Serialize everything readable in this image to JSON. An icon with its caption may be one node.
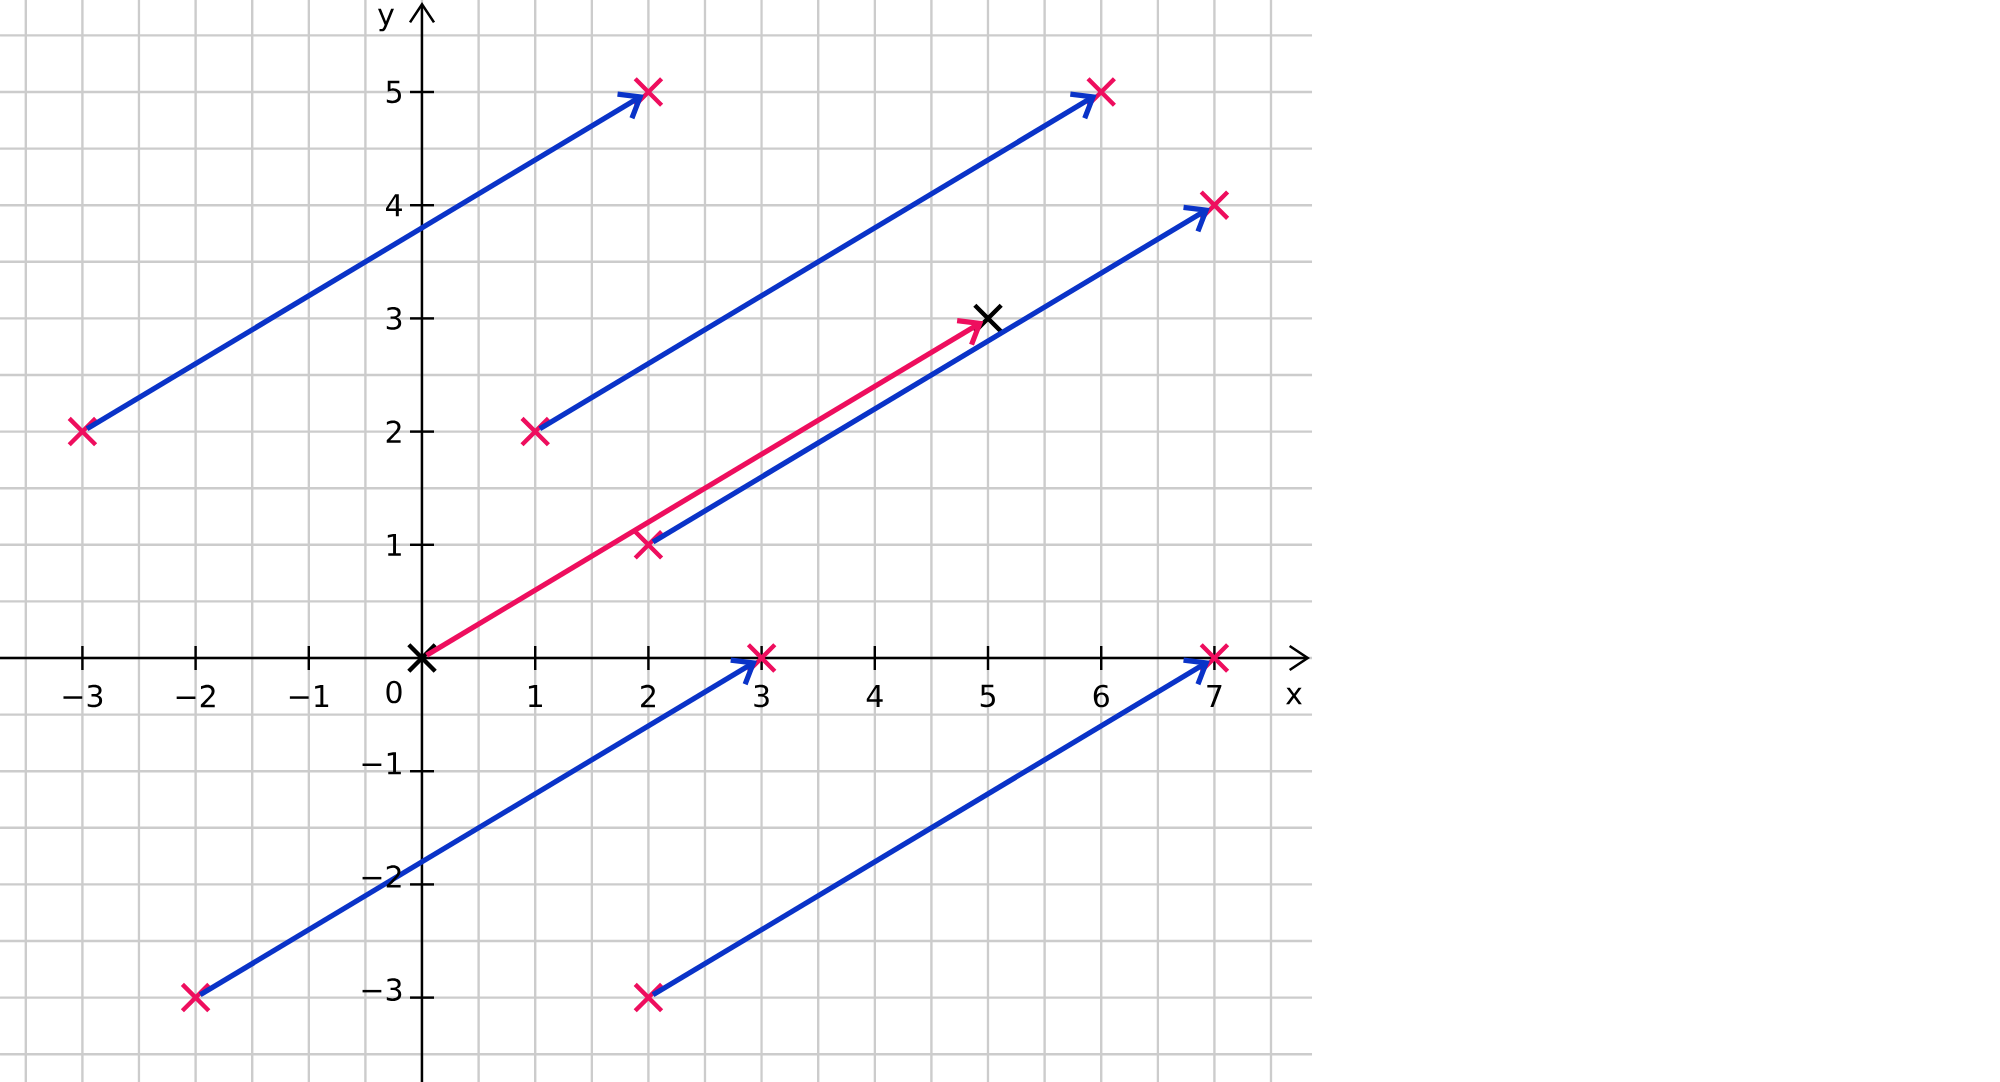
{
  "diagram": {
    "nodes": [
      {
        "text": [],
        "shape": "cross"
      },
      {
        "text": [],
        "shape": "cross"
      },
      {
        "text": [],
        "shape": "cross"
      },
      {
        "text": [],
        "shape": "cross"
      },
      {
        "text": [],
        "shape": "cross"
      },
      {
        "text": [],
        "shape": "cross"
      },
      {
        "text": [],
        "shape": "cross"
      },
      {
        "text": [],
        "shape": "cross"
      },
      {
        "text": [],
        "shape": "cross"
      },
      {
        "text": [],
        "shape": "cross"
      },
      {
        "text": [],
        "shape": "cross"
      },
      {
        "text": [],
        "shape": "cross"
      }
    ],
    "edges": [
      {
        "from": 4,
        "to": 0,
        "arrow": "to"
      },
      {
        "from": 5,
        "to": 1,
        "arrow": "to"
      },
      {
        "from": 6,
        "to": 2,
        "arrow": "to"
      },
      {
        "from": 7,
        "to": 3,
        "arrow": "to",
        "color": "#ee0e5e"
      },
      {
        "from": 10,
        "to": 8,
        "arrow": "to"
      },
      {
        "from": 11,
        "to": 9,
        "arrow": "to"
      }
    ],
    "labels": [
      "y",
      "5",
      "4",
      "3",
      "2",
      "1",
      "−3",
      "−2",
      "−1",
      "0",
      "1",
      "2",
      "3",
      "4",
      "5",
      "6",
      "7",
      "x",
      "−1",
      "−2",
      "−3"
    ]
  }
}
